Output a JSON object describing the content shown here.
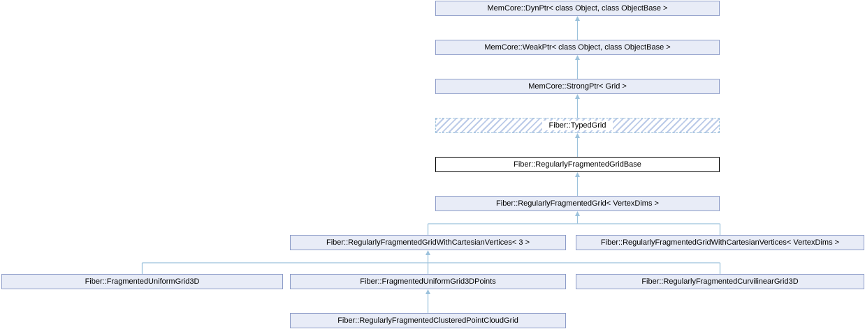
{
  "diagram": {
    "kind": "class-inheritance-graph",
    "nodes": [
      {
        "id": "dynptr",
        "label": "MemCore::DynPtr< class Object, class ObjectBase >",
        "style": "default"
      },
      {
        "id": "weakptr",
        "label": "MemCore::WeakPtr< class Object, class ObjectBase >",
        "style": "default"
      },
      {
        "id": "strongptr",
        "label": "MemCore::StrongPtr< Grid >",
        "style": "default"
      },
      {
        "id": "typedgrid",
        "label": "Fiber::TypedGrid",
        "style": "virtual-hatched"
      },
      {
        "id": "fragmentedgridbase",
        "label": "Fiber::RegularlyFragmentedGridBase",
        "style": "current"
      },
      {
        "id": "fragmentedgrid",
        "label": "Fiber::RegularlyFragmentedGrid< VertexDims >",
        "style": "default"
      },
      {
        "id": "cartesianvertices3",
        "label": "Fiber::RegularlyFragmentedGridWithCartesianVertices< 3 >",
        "style": "default"
      },
      {
        "id": "cartesianverticesvd",
        "label": "Fiber::RegularlyFragmentedGridWithCartesianVertices< VertexDims >",
        "style": "default"
      },
      {
        "id": "uniformgrid3d",
        "label": "Fiber::FragmentedUniformGrid3D",
        "style": "default"
      },
      {
        "id": "uniformgrid3dpoints",
        "label": "Fiber::FragmentedUniformGrid3DPoints",
        "style": "default"
      },
      {
        "id": "curvilineargrid3d",
        "label": "Fiber::RegularlyFragmentedCurvilinearGrid3D",
        "style": "default"
      },
      {
        "id": "clusteredpointcloud",
        "label": "Fiber::RegularlyFragmentedClusteredPointCloudGrid",
        "style": "default"
      }
    ],
    "edges": [
      {
        "from": "weakptr",
        "to": "dynptr"
      },
      {
        "from": "strongptr",
        "to": "weakptr"
      },
      {
        "from": "typedgrid",
        "to": "strongptr"
      },
      {
        "from": "fragmentedgridbase",
        "to": "typedgrid"
      },
      {
        "from": "fragmentedgrid",
        "to": "fragmentedgridbase"
      },
      {
        "from": "cartesianvertices3",
        "to": "fragmentedgrid"
      },
      {
        "from": "cartesianverticesvd",
        "to": "fragmentedgrid"
      },
      {
        "from": "uniformgrid3d",
        "to": "cartesianvertices3"
      },
      {
        "from": "uniformgrid3dpoints",
        "to": "cartesianvertices3"
      },
      {
        "from": "curvilineargrid3d",
        "to": "cartesianvertices3"
      },
      {
        "from": "clusteredpointcloud",
        "to": "uniformgrid3dpoints"
      }
    ],
    "colors": {
      "background": "#ffffff",
      "node_fill": "#e8ecf7",
      "node_border": "#8d9cc8",
      "current_fill": "#ffffff",
      "current_border": "#000000",
      "edge": "#9cc2dc",
      "hatch": "#bccbe8",
      "text": "#000000"
    }
  }
}
